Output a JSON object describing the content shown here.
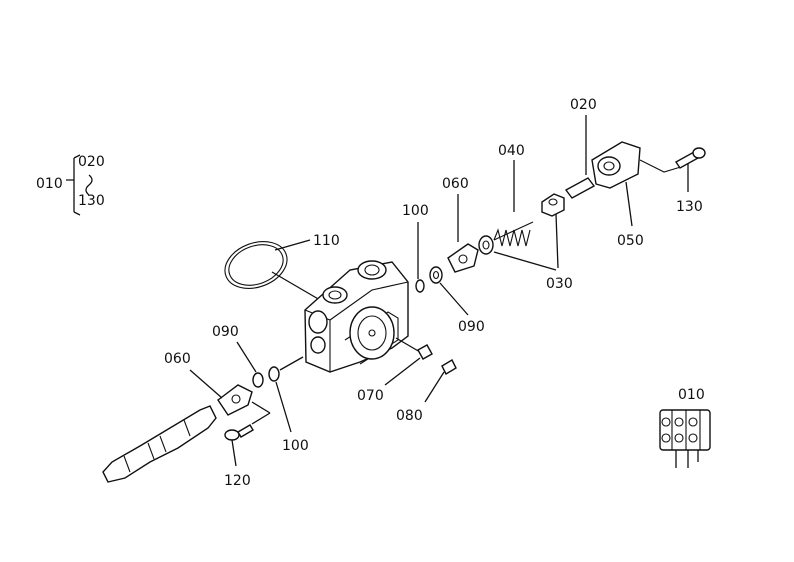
{
  "labels": {
    "l010_left": "010",
    "l020_bracket": "020",
    "l130_bracket": "130",
    "l020": "020",
    "l040": "040",
    "l060_top": "060",
    "l100_top": "100",
    "l110": "110",
    "l090_right": "090",
    "l030": "030",
    "l050": "050",
    "l130": "130",
    "l090_left": "090",
    "l060_left": "060",
    "l100_bottom": "100",
    "l070": "070",
    "l080": "080",
    "l120": "120",
    "l010_assembly": "010"
  }
}
